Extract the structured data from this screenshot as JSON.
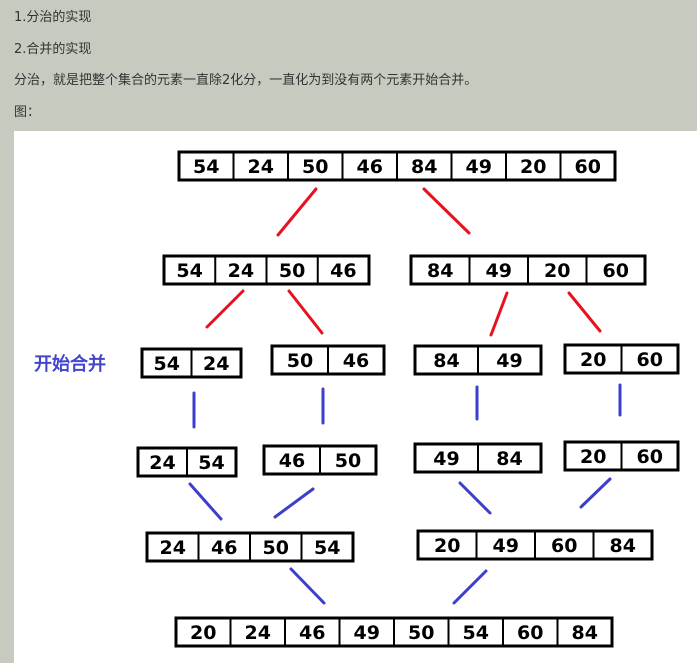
{
  "text": {
    "line1": "1.分治的实现",
    "line2": "2.合并的实现",
    "line3": "分治，就是把整个集合的元素一直除2化分，一直化为到没有两个元素开始合并。",
    "line4": "图："
  },
  "diagram": {
    "stage_label": "开始合并",
    "stage_label_color": "#4444cc",
    "split_line_color": "#e8121e",
    "merge_line_color": "#3b3fcc",
    "rows": [
      {
        "role": "original",
        "arrays": [
          [
            "54",
            "24",
            "50",
            "46",
            "84",
            "49",
            "20",
            "60"
          ]
        ]
      },
      {
        "role": "split-1",
        "arrays": [
          [
            "54",
            "24",
            "50",
            "46"
          ],
          [
            "84",
            "49",
            "20",
            "60"
          ]
        ]
      },
      {
        "role": "split-2",
        "arrays": [
          [
            "54",
            "24"
          ],
          [
            "50",
            "46"
          ],
          [
            "84",
            "49"
          ],
          [
            "20",
            "60"
          ]
        ]
      },
      {
        "role": "merge-1",
        "arrays": [
          [
            "24",
            "54"
          ],
          [
            "46",
            "50"
          ],
          [
            "49",
            "84"
          ],
          [
            "20",
            "60"
          ]
        ]
      },
      {
        "role": "merge-2",
        "arrays": [
          [
            "24",
            "46",
            "50",
            "54"
          ],
          [
            "20",
            "49",
            "60",
            "84"
          ]
        ]
      },
      {
        "role": "merge-3",
        "arrays": [
          [
            "20",
            "24",
            "46",
            "49",
            "50",
            "54",
            "60",
            "84"
          ]
        ]
      }
    ]
  }
}
